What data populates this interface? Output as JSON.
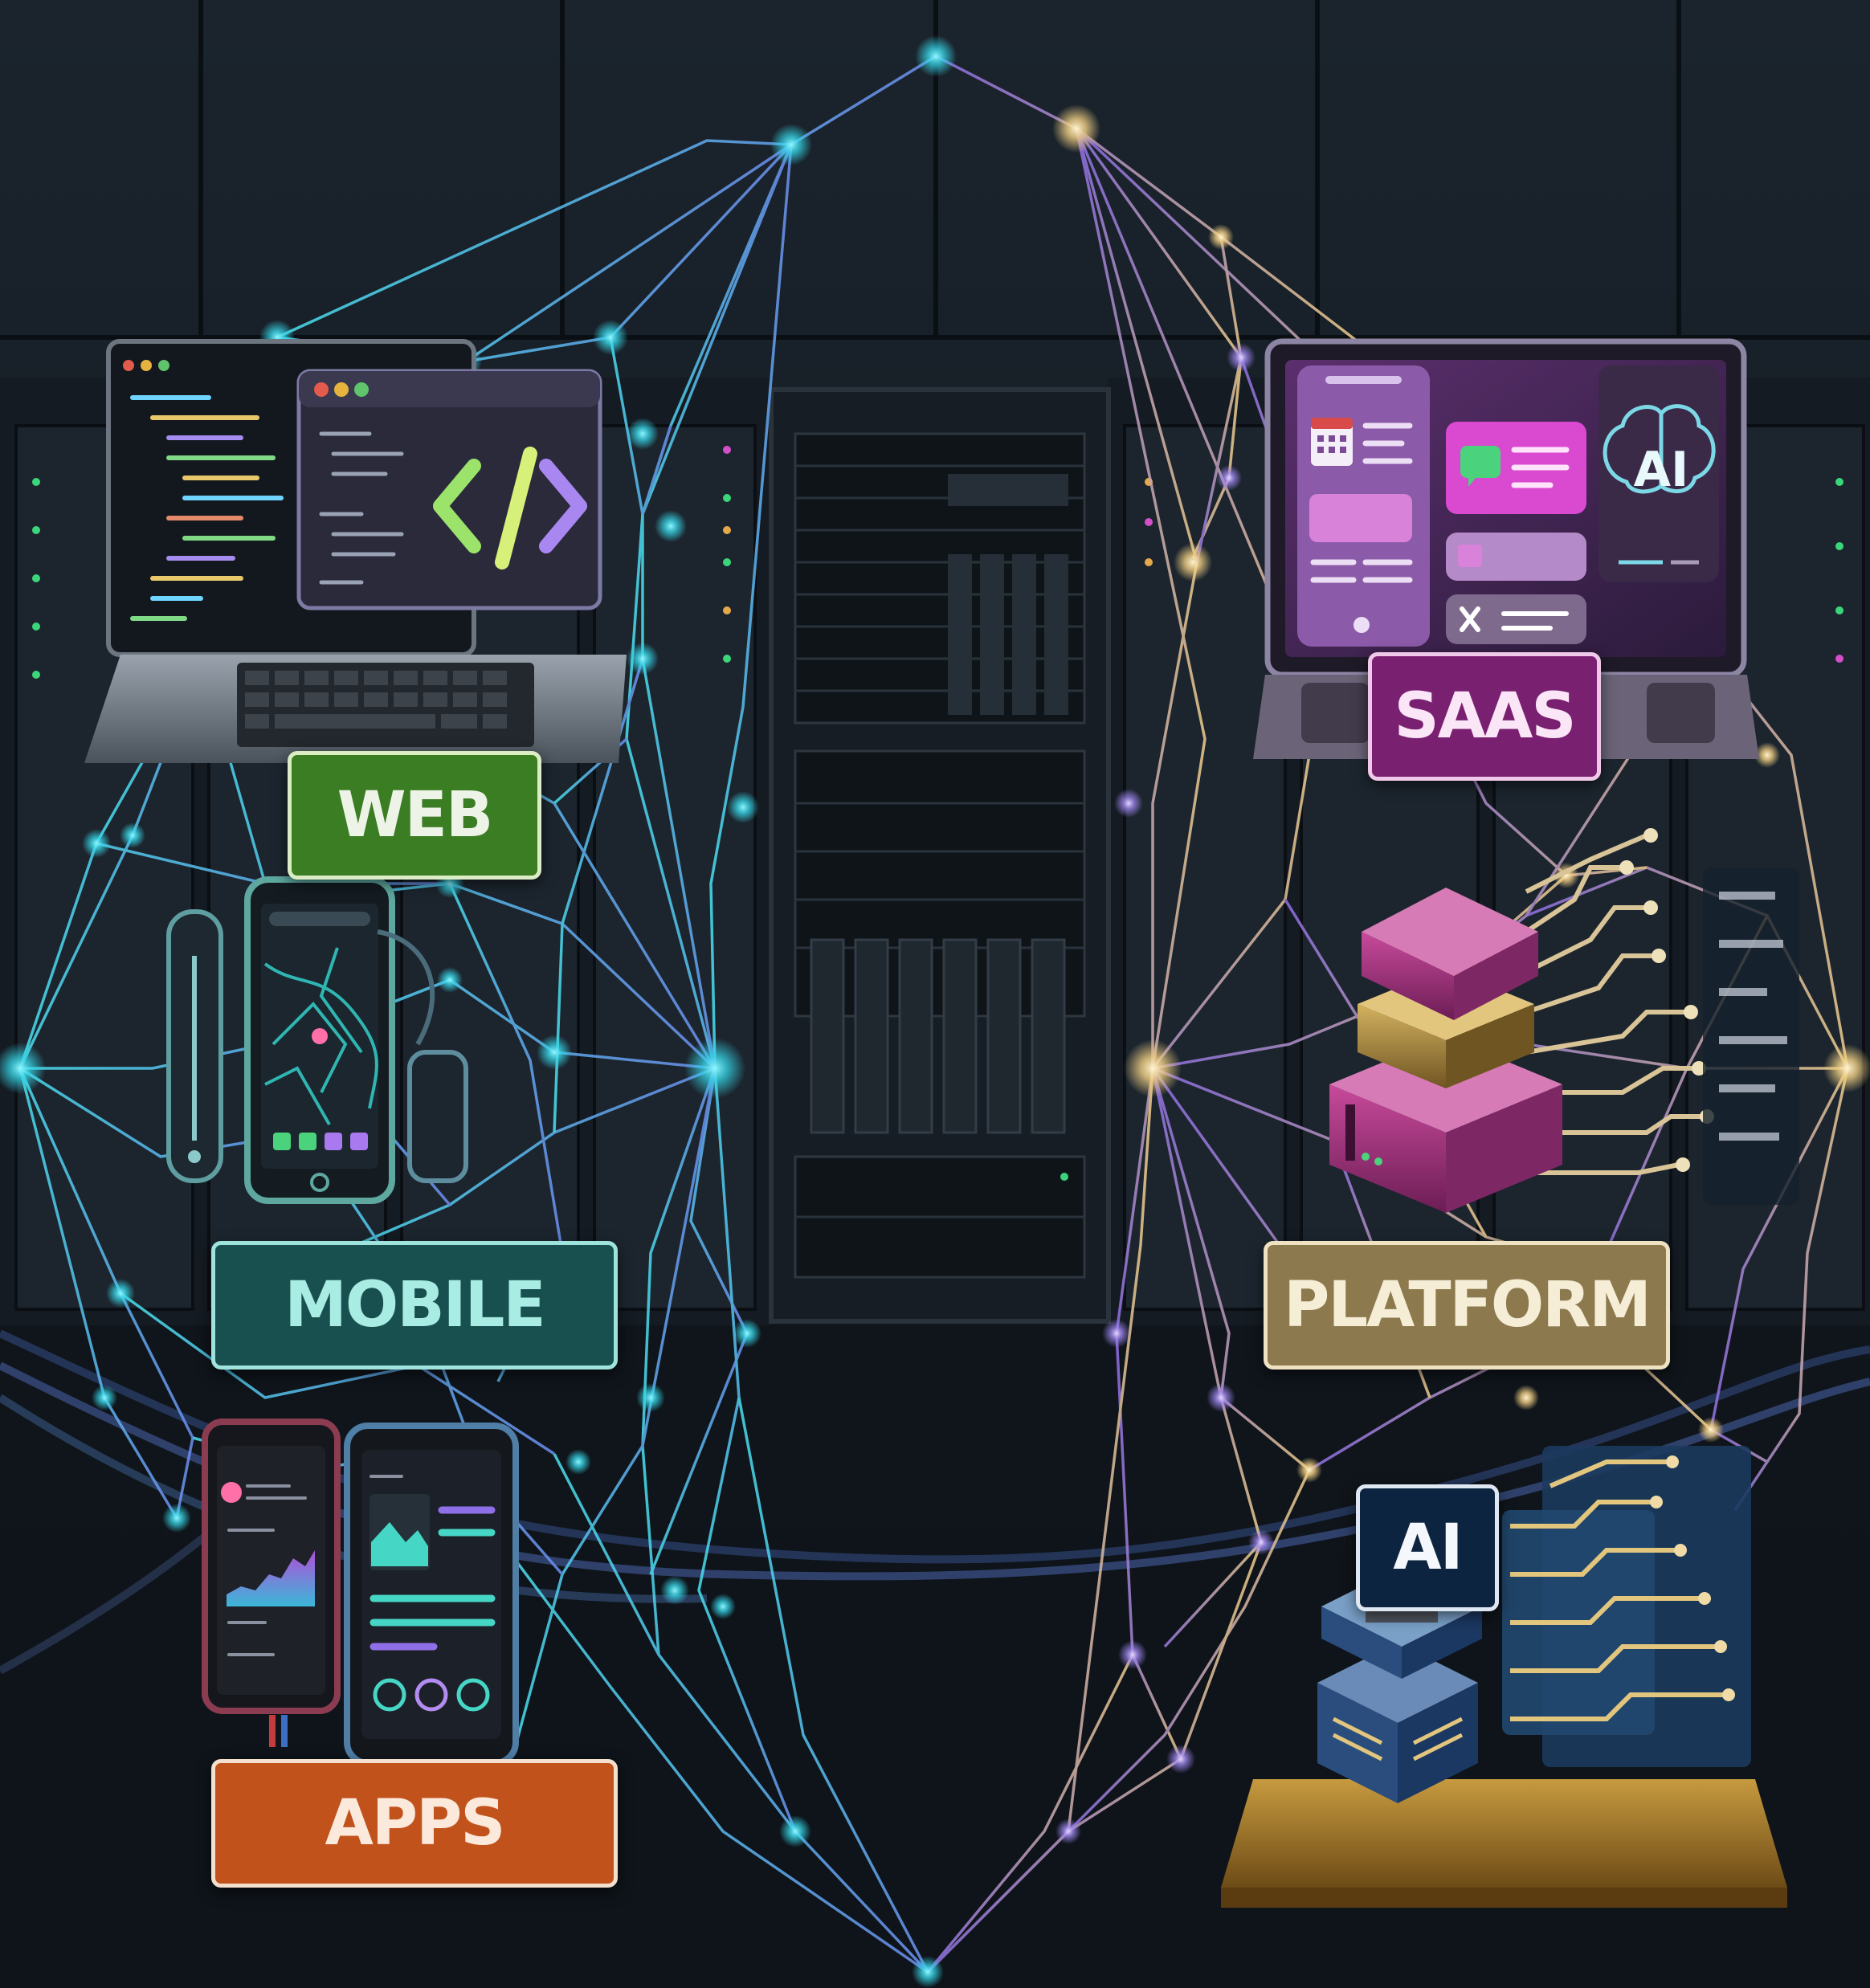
{
  "labels": {
    "web": "WEB",
    "mobile": "MOBILE",
    "apps": "APPS",
    "saas": "SAAS",
    "platform": "PLATFORM",
    "ai": "AI"
  },
  "illustration": {
    "ai_screen_text": "AI"
  },
  "colors": {
    "background": "#0b1017",
    "network_cyan": "#37d8ea",
    "network_purple": "#8d6fe6",
    "network_gold": "#f1cf83",
    "web": "#3a7d22",
    "mobile": "#18504f",
    "apps": "#c2521c",
    "saas": "#7a2070",
    "platform": "#8c7a4e",
    "ai": "#0d2440"
  }
}
